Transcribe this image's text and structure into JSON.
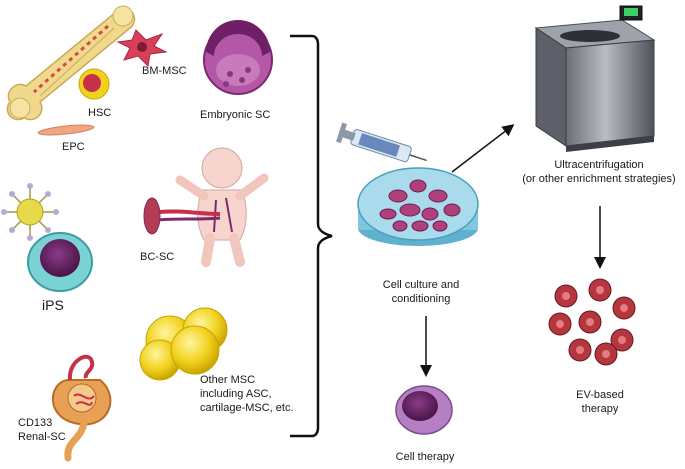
{
  "sources": {
    "bm_msc": "BM-MSC",
    "hsc": "HSC",
    "epc": "EPC",
    "embryonic": "Embryonic SC",
    "bc_sc": "BC-SC",
    "ips": "iPS",
    "other_msc": [
      "Other MSC",
      "including ASC,",
      "cartilage-MSC, etc."
    ],
    "renal": [
      "CD133",
      "Renal-SC"
    ]
  },
  "culture": [
    "Cell culture and",
    "conditioning"
  ],
  "ultra": [
    "Ultracentrifugation",
    "(or other enrichment strategies)"
  ],
  "ev": [
    "EV-based",
    "therapy"
  ],
  "cell_therapy": "Cell therapy",
  "colors": {
    "accent_purple": "#7b2a6e",
    "dish_blue": "#7fc6de",
    "msc_red": "#c8304a",
    "yellow": "#f2d21e",
    "ev_red": "#b4363e",
    "bone": "#f0d98c"
  }
}
